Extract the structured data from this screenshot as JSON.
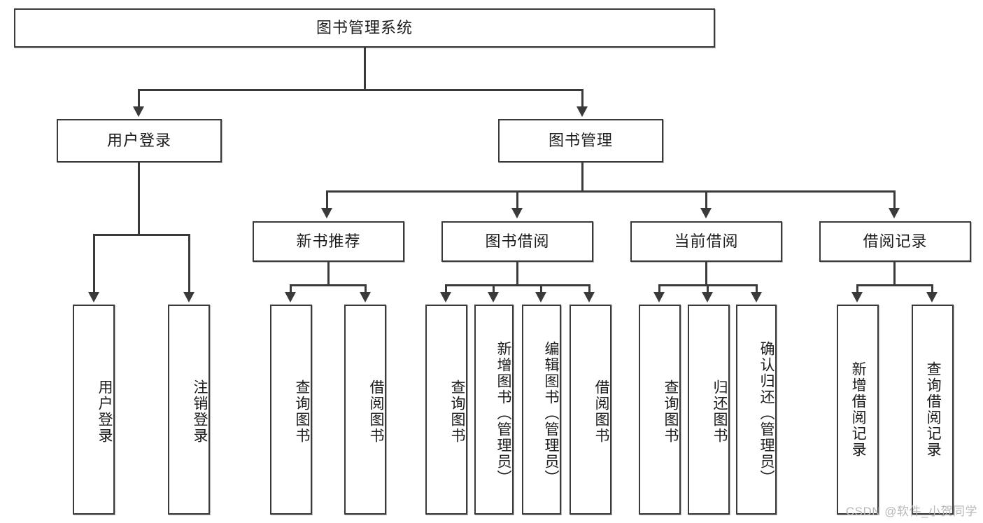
{
  "diagram": {
    "title": "图书管理系统",
    "root": {
      "label": "图书管理系统"
    },
    "level2": [
      {
        "label": "用户登录"
      },
      {
        "label": "图书管理"
      }
    ],
    "level3": [
      {
        "label": "新书推荐"
      },
      {
        "label": "图书借阅"
      },
      {
        "label": "当前借阅"
      },
      {
        "label": "借阅记录"
      }
    ],
    "leaves": {
      "user_login": [
        {
          "label": "用户登录"
        },
        {
          "label": "注销登录"
        }
      ],
      "new_book_recommend": [
        {
          "label": "查询图书"
        },
        {
          "label": "借阅图书"
        }
      ],
      "book_borrow": [
        {
          "label": "查询图书"
        },
        {
          "label": "新增图书（管理员）"
        },
        {
          "label": "编辑图书（管理员）"
        },
        {
          "label": "借阅图书"
        }
      ],
      "current_borrow": [
        {
          "label": "查询图书"
        },
        {
          "label": "归还图书"
        },
        {
          "label": "确认归还（管理员）"
        }
      ],
      "borrow_record": [
        {
          "label": "新增借阅记录"
        },
        {
          "label": "查询借阅记录"
        }
      ]
    }
  },
  "watermark": {
    "text": "CSDN @软件_小贺同学"
  },
  "colors": {
    "stroke": "#3a3a3a",
    "text": "#1b1b1b",
    "background": "#ffffff",
    "watermark": "#b9b9b9"
  }
}
